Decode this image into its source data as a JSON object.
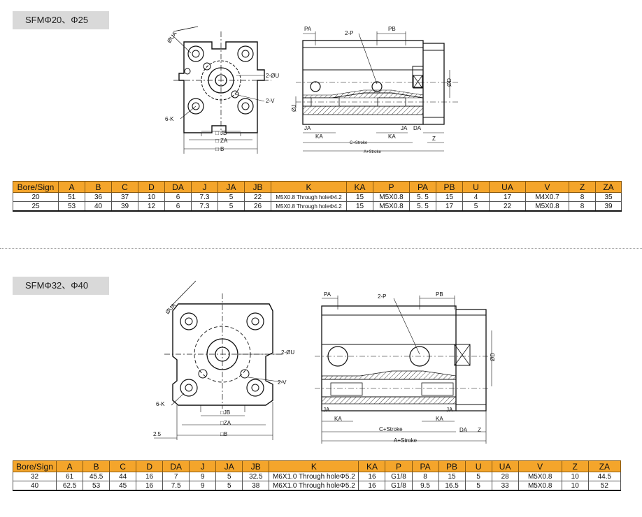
{
  "section1": {
    "tag": "SFMΦ20、Φ25",
    "labels": {
      "ua": "ØUA",
      "u": "2-ØU",
      "v": "2-V",
      "k": "6-K",
      "jb": "□ JB",
      "za": "□ ZA",
      "b": "□ B",
      "pa": "PA",
      "p": "2-P",
      "pb": "PB",
      "d": "ØD",
      "j": "ØJ",
      "ja_l": "JA",
      "ka_l": "KA",
      "ka_r": "KA",
      "ja_r": "JA",
      "da": "DA",
      "z": "Z",
      "c": "C+Stroke",
      "a": "A+Stroke"
    }
  },
  "section2": {
    "tag": "SFMΦ32、Φ40",
    "labels": {
      "ua": "ØUA",
      "u": "2-ØU",
      "v": "2-V",
      "k": "6-K",
      "jb": "□JB",
      "za": "□ZA",
      "b": "□B",
      "dim25": "2.5",
      "pa": "PA",
      "p": "2-P",
      "pb": "PB",
      "d": "ØD",
      "ja_l": "JA",
      "ka_l": "KA",
      "ka_r": "KA",
      "ja_r": "JA",
      "c": "C+Stroke",
      "da": "DA",
      "z": "Z",
      "a": "A+Stroke"
    }
  },
  "table1": {
    "headers": [
      "Bore/Sign",
      "A",
      "B",
      "C",
      "D",
      "DA",
      "J",
      "JA",
      "JB",
      "K",
      "KA",
      "P",
      "PA",
      "PB",
      "U",
      "UA",
      "V",
      "Z",
      "ZA"
    ],
    "rows": [
      [
        "20",
        "51",
        "36",
        "37",
        "10",
        "6",
        "7.3",
        "5",
        "22",
        "M5X0.8 Through holeΦ4.2",
        "15",
        "M5X0.8",
        "5. 5",
        "15",
        "4",
        "17",
        "M4X0.7",
        "8",
        "35"
      ],
      [
        "25",
        "53",
        "40",
        "39",
        "12",
        "6",
        "7.3",
        "5",
        "26",
        "M5X0.8 Through holeΦ4.2",
        "15",
        "M5X0.8",
        "5. 5",
        "17",
        "5",
        "22",
        "M5X0.8",
        "8",
        "39"
      ]
    ]
  },
  "table2": {
    "headers": [
      "Bore/Sign",
      "A",
      "B",
      "C",
      "D",
      "DA",
      "J",
      "JA",
      "JB",
      "K",
      "KA",
      "P",
      "PA",
      "PB",
      "U",
      "UA",
      "V",
      "Z",
      "ZA"
    ],
    "rows": [
      [
        "32",
        "61",
        "45.5",
        "44",
        "16",
        "7",
        "9",
        "5",
        "32.5",
        "M6X1.0 Through holeΦ5.2",
        "16",
        "G1/8",
        "8",
        "15",
        "5",
        "28",
        "M5X0.8",
        "10",
        "44.5"
      ],
      [
        "40",
        "62.5",
        "53",
        "45",
        "16",
        "7.5",
        "9",
        "5",
        "38",
        "M6X1.0 Through holeΦ5.2",
        "16",
        "G1/8",
        "9.5",
        "16.5",
        "5",
        "33",
        "M5X0.8",
        "10",
        "52"
      ]
    ]
  },
  "colors": {
    "header_bg": "#f4a52b",
    "tag_bg": "#d9d9d9"
  }
}
